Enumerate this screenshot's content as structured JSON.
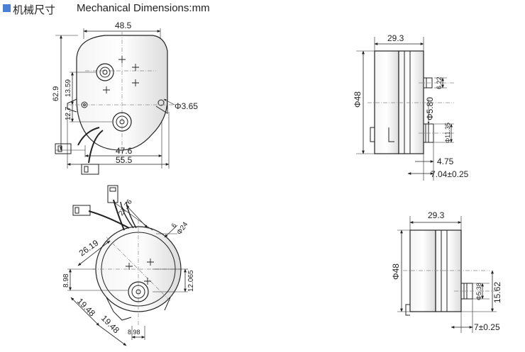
{
  "header": {
    "title_cn": "机械尺寸",
    "title_en": "Mechanical Dimensions:mm",
    "accent_color": "#4a7fd6"
  },
  "dims": {
    "width_48_5": "48.5",
    "height_62_9": "62.9",
    "v_13_59": "13.59",
    "v_12_7": "12.7",
    "hole_3_65": "Φ3.65",
    "w_47_6": "47.6",
    "w_55_5": "55.5",
    "side_29_3": "29.3",
    "dia_48": "Φ48",
    "s_6_22": "6.22",
    "shaft_5_80": "Φ5.80",
    "s_11_35": "Φ11.35",
    "s_4_75": "4.75",
    "s_7_04": "7.04±0.25",
    "b_27_76": "27.76",
    "b_6": "6",
    "b_24": "Φ24",
    "b_26_19": "26.19",
    "b_8_98": "8.98",
    "b_12_065": "12.065",
    "b_19_48a": "19.48",
    "b_19_48b": "19.48",
    "b_8_98b": "8.98",
    "r_29_3": "29.3",
    "r_dia_48": "Φ48",
    "r_5_38": "Φ5.38",
    "r_15_62": "15.62",
    "r_7": "7±0.25"
  }
}
